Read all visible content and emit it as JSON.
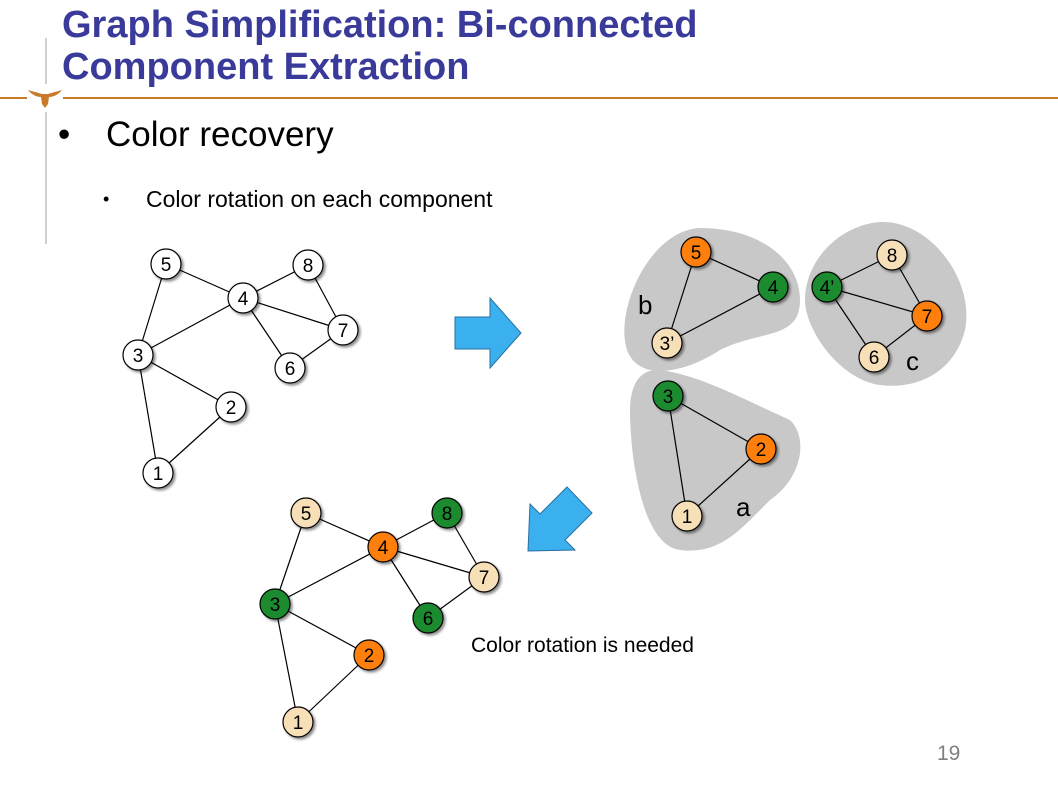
{
  "slide": {
    "title_line1": "Graph Simplification: Bi-connected",
    "title_line2": "Component Extraction",
    "bullet1": "Color recovery",
    "bullet2": "Color rotation on each component",
    "caption": "Color rotation is needed",
    "page_number": "19",
    "bullet_char": "•"
  },
  "colors": {
    "title": "#3a3a9a",
    "accent_rule": "#c87a2a",
    "white_node": "#ffffff",
    "orange_node": "#ff7f0e",
    "green_node": "#1e8a2e",
    "tan_node": "#f7e0b8",
    "component_bg": "#c8c8c8",
    "arrow": "#3ab0ee"
  },
  "icons": {
    "logo": "longhorn-logo-icon",
    "arrow_right": "arrow-right-icon",
    "arrow_down_left": "arrow-down-left-icon"
  },
  "graphs": {
    "original": {
      "nodes": [
        {
          "id": "5",
          "label": "5",
          "color": "white"
        },
        {
          "id": "8",
          "label": "8",
          "color": "white"
        },
        {
          "id": "4",
          "label": "4",
          "color": "white"
        },
        {
          "id": "7",
          "label": "7",
          "color": "white"
        },
        {
          "id": "3",
          "label": "3",
          "color": "white"
        },
        {
          "id": "6",
          "label": "6",
          "color": "white"
        },
        {
          "id": "2",
          "label": "2",
          "color": "white"
        },
        {
          "id": "1",
          "label": "1",
          "color": "white"
        }
      ],
      "edges": [
        [
          "5",
          "4"
        ],
        [
          "5",
          "3"
        ],
        [
          "4",
          "8"
        ],
        [
          "4",
          "7"
        ],
        [
          "4",
          "6"
        ],
        [
          "4",
          "3"
        ],
        [
          "8",
          "7"
        ],
        [
          "7",
          "6"
        ],
        [
          "3",
          "2"
        ],
        [
          "3",
          "1"
        ],
        [
          "2",
          "1"
        ]
      ]
    },
    "component_b": {
      "label": "b",
      "nodes": [
        {
          "id": "5",
          "label": "5",
          "color": "orange"
        },
        {
          "id": "4",
          "label": "4",
          "color": "green"
        },
        {
          "id": "3p",
          "label": "3’",
          "color": "tan"
        }
      ],
      "edges": [
        [
          "5",
          "4"
        ],
        [
          "5",
          "3p"
        ],
        [
          "4",
          "3p"
        ]
      ]
    },
    "component_c": {
      "label": "c",
      "nodes": [
        {
          "id": "8",
          "label": "8",
          "color": "tan"
        },
        {
          "id": "4p",
          "label": "4’",
          "color": "green"
        },
        {
          "id": "7",
          "label": "7",
          "color": "orange"
        },
        {
          "id": "6",
          "label": "6",
          "color": "tan"
        }
      ],
      "edges": [
        [
          "8",
          "4p"
        ],
        [
          "8",
          "7"
        ],
        [
          "4p",
          "7"
        ],
        [
          "4p",
          "6"
        ],
        [
          "7",
          "6"
        ]
      ]
    },
    "component_a": {
      "label": "a",
      "nodes": [
        {
          "id": "3",
          "label": "3",
          "color": "green"
        },
        {
          "id": "2",
          "label": "2",
          "color": "orange"
        },
        {
          "id": "1",
          "label": "1",
          "color": "tan"
        }
      ],
      "edges": [
        [
          "3",
          "2"
        ],
        [
          "3",
          "1"
        ],
        [
          "2",
          "1"
        ]
      ]
    },
    "recolored": {
      "nodes": [
        {
          "id": "5",
          "label": "5",
          "color": "tan"
        },
        {
          "id": "8",
          "label": "8",
          "color": "green"
        },
        {
          "id": "4",
          "label": "4",
          "color": "orange"
        },
        {
          "id": "7",
          "label": "7",
          "color": "tan"
        },
        {
          "id": "3",
          "label": "3",
          "color": "green"
        },
        {
          "id": "6",
          "label": "6",
          "color": "green"
        },
        {
          "id": "2",
          "label": "2",
          "color": "orange"
        },
        {
          "id": "1",
          "label": "1",
          "color": "tan"
        }
      ],
      "edges": [
        [
          "5",
          "4"
        ],
        [
          "5",
          "3"
        ],
        [
          "4",
          "8"
        ],
        [
          "4",
          "7"
        ],
        [
          "4",
          "6"
        ],
        [
          "4",
          "3"
        ],
        [
          "8",
          "7"
        ],
        [
          "7",
          "6"
        ],
        [
          "3",
          "2"
        ],
        [
          "3",
          "1"
        ],
        [
          "2",
          "1"
        ]
      ]
    }
  }
}
